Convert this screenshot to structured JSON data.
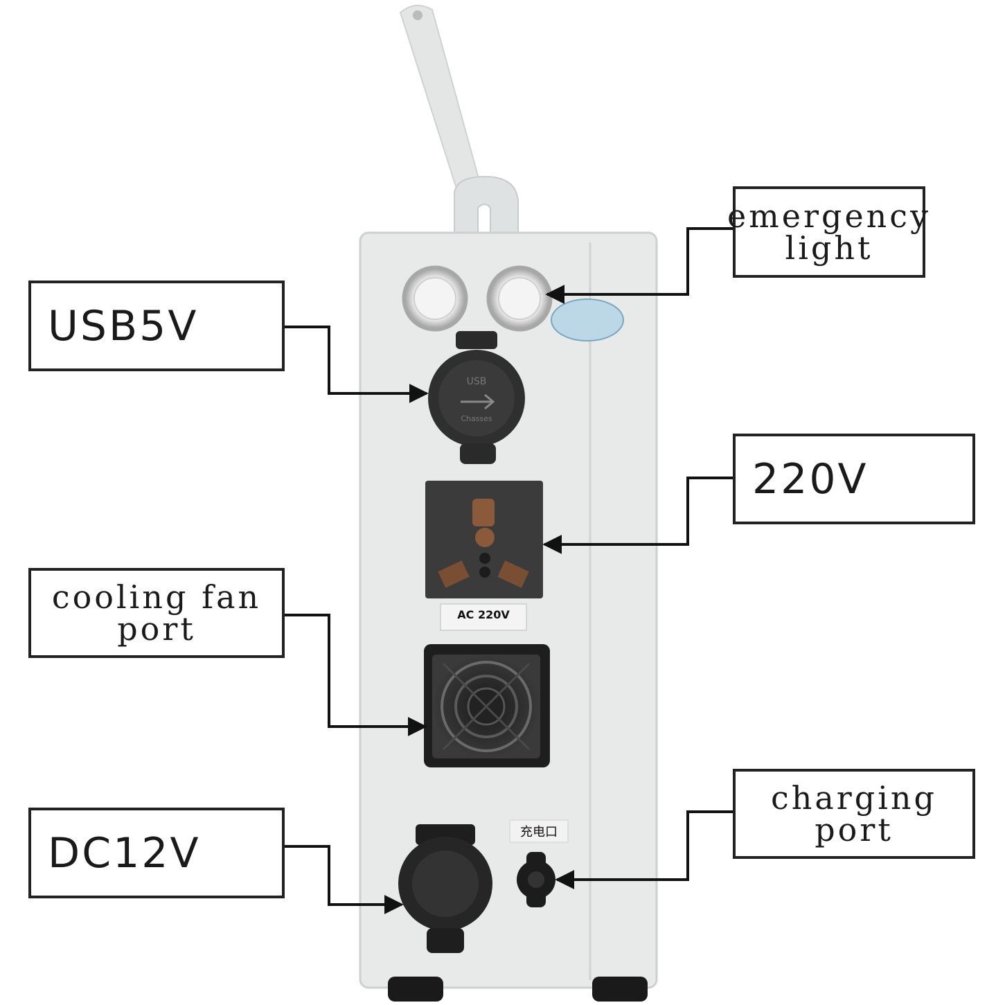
{
  "labels": {
    "emergency_light": [
      "emergency",
      "light"
    ],
    "usb5v": "USB5V",
    "v220": "220V",
    "cooling_fan_port": [
      "cooling fan",
      "port"
    ],
    "dc12v": "DC12V",
    "charging_port": [
      "charging",
      "port"
    ]
  },
  "device": {
    "usb_text": "USB",
    "usb_sub_text": "Chasses",
    "ac_label": "AC 220V",
    "charge_port_label": "充电口"
  },
  "colors": {
    "device_body": "#e8eaea",
    "panel_dark": "#3a3a3a",
    "label_border": "#222222",
    "led_blue": "#bcd8e6"
  }
}
